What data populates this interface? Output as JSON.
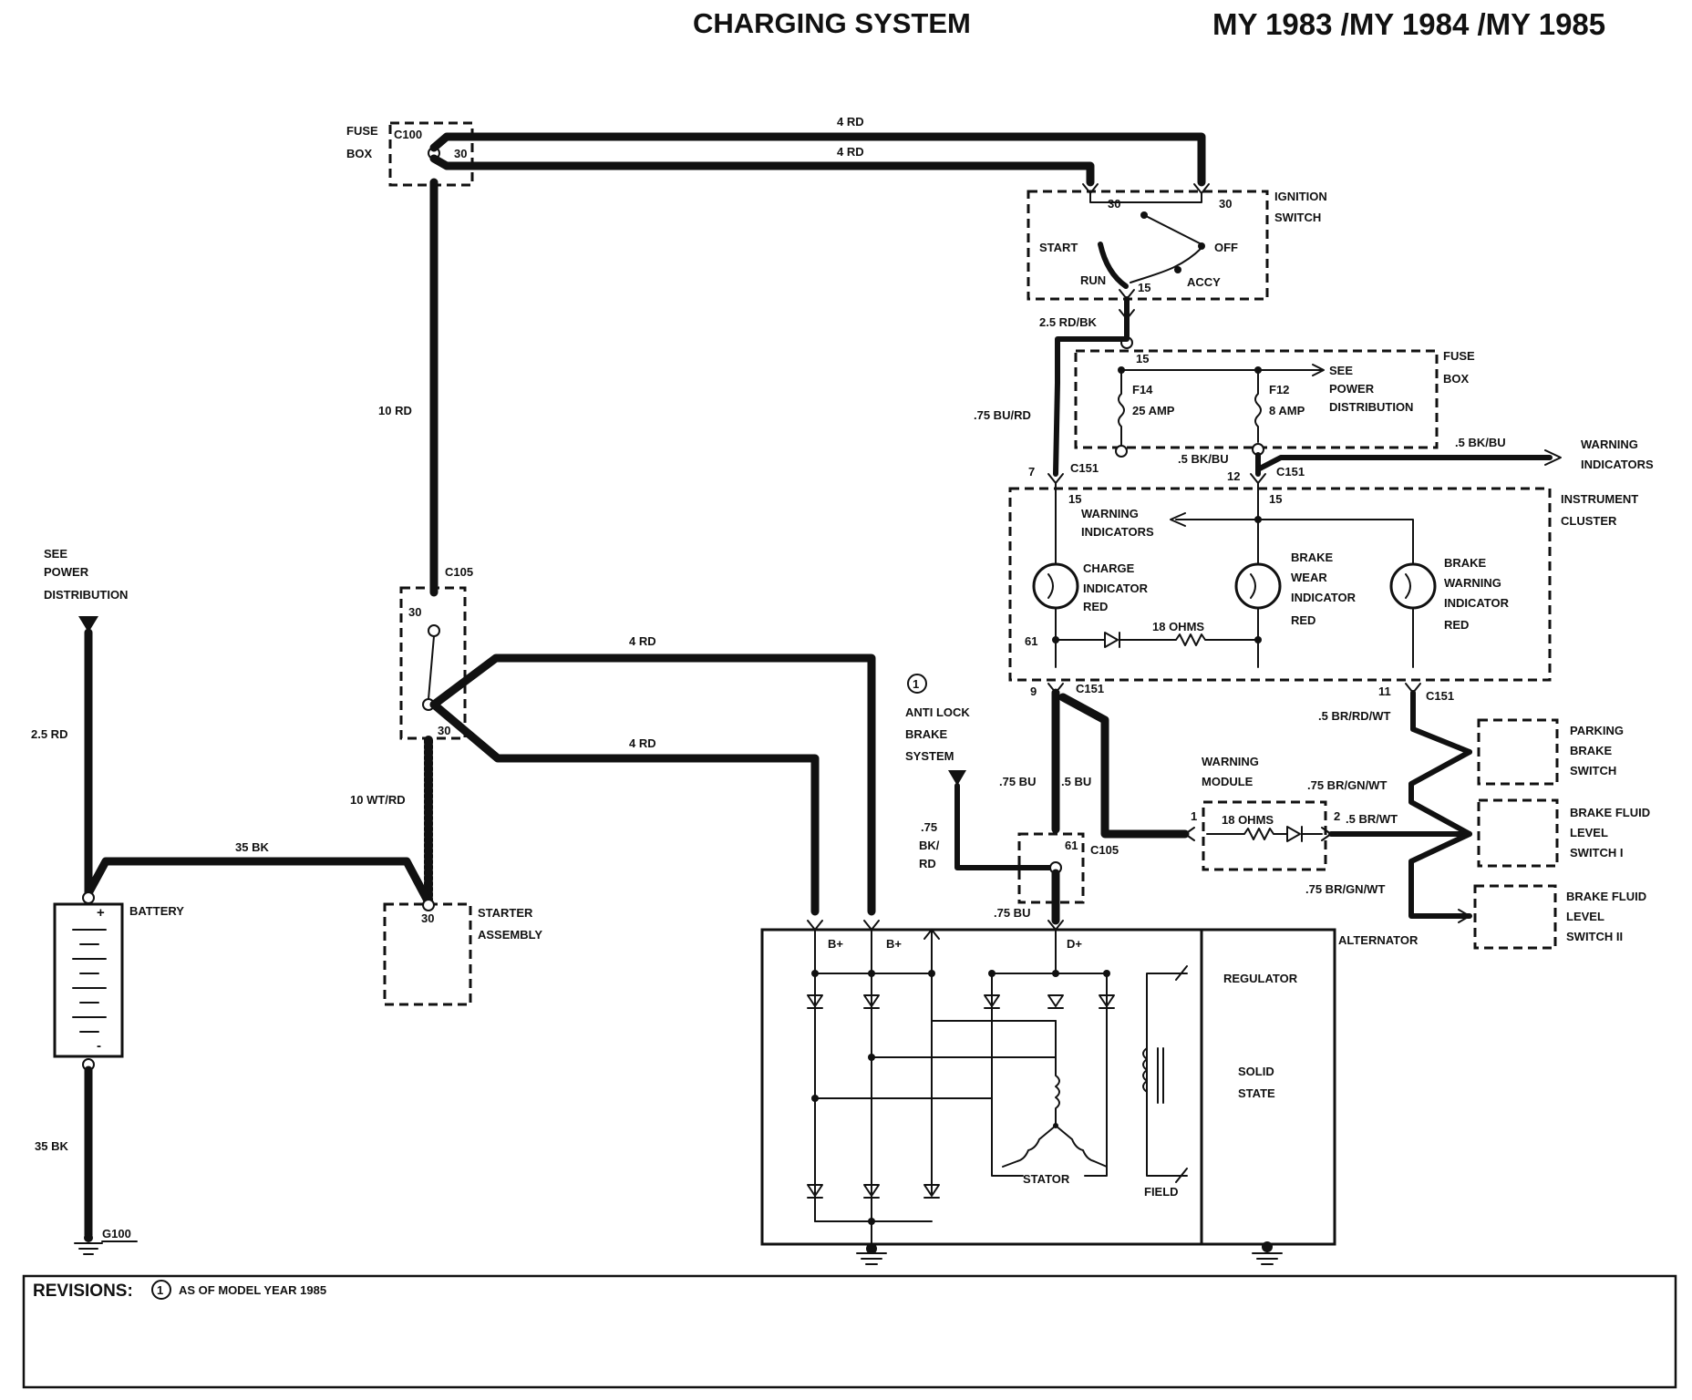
{
  "header": {
    "title": "CHARGING SYSTEM",
    "model_years": "MY 1983 /MY 1984 /MY 1985"
  },
  "components": {
    "fuse_box_top": {
      "name_line1": "FUSE",
      "name_line2": "BOX",
      "connector": "C100",
      "pin": "30"
    },
    "ignition_switch": {
      "name_line1": "IGNITION",
      "name_line2": "SWITCH",
      "pin_a": "30",
      "pin_b": "30",
      "pos_start": "START",
      "pos_off": "OFF",
      "pos_run": "RUN",
      "pos_accy": "ACCY",
      "pin_out": "15"
    },
    "fuse_box_right": {
      "name_line1": "FUSE",
      "name_line2": "BOX",
      "pin": "15",
      "f14_name": "F14",
      "f14_rating": "25 AMP",
      "f12_name": "F12",
      "f12_rating": "8 AMP",
      "see_line1": "SEE",
      "see_line2": "POWER",
      "see_line3": "DISTRIBUTION"
    },
    "instrument_cluster": {
      "name_line1": "INSTRUMENT",
      "name_line2": "CLUSTER",
      "pin_left": "15",
      "pin_right": "15",
      "warn_line1": "WARNING",
      "warn_line2": "INDICATORS",
      "charge_line1": "CHARGE",
      "charge_line2": "INDICATOR",
      "charge_color": "RED",
      "brake_wear_line1": "BRAKE",
      "brake_wear_line2": "WEAR",
      "brake_wear_line3": "INDICATOR",
      "brake_wear_color": "RED",
      "brake_warn_line1": "BRAKE",
      "brake_warn_line2": "WARNING",
      "brake_warn_line3": "INDICATOR",
      "brake_warn_color": "RED",
      "pin_61": "61",
      "resistor": "18 OHMS"
    },
    "c105_top": {
      "connector": "C105",
      "pin_a": "30",
      "pin_b": "30"
    },
    "see_power_left": {
      "line1": "SEE",
      "line2": "POWER",
      "line3": "DISTRIBUTION"
    },
    "battery": {
      "name": "BATTERY",
      "plus": "+",
      "minus": "-"
    },
    "starter": {
      "name_line1": "STARTER",
      "name_line2": "ASSEMBLY",
      "pin": "30"
    },
    "abs": {
      "marker": "1",
      "line1": "ANTI LOCK",
      "line2": "BRAKE",
      "line3": "SYSTEM"
    },
    "c105_bottom": {
      "connector": "C105",
      "pin": "61"
    },
    "warning_module": {
      "name_line1": "WARNING",
      "name_line2": "MODULE",
      "pin1": "1",
      "pin2": "2",
      "resistor": "18 OHMS"
    },
    "parking_brake": {
      "line1": "PARKING",
      "line2": "BRAKE",
      "line3": "SWITCH"
    },
    "brake_fluid_1": {
      "line1": "BRAKE FLUID",
      "line2": "LEVEL",
      "line3": "SWITCH I"
    },
    "brake_fluid_2": {
      "line1": "BRAKE FLUID",
      "line2": "LEVEL",
      "line3": "SWITCH II"
    },
    "alternator": {
      "name": "ALTERNATOR",
      "regulator": "REGULATOR",
      "solid_line1": "SOLID",
      "solid_line2": "STATE",
      "stator": "STATOR",
      "field": "FIELD",
      "b_plus_1": "B+",
      "b_plus_2": "B+",
      "d_plus": "D+"
    },
    "ground": {
      "name": "G100"
    },
    "warning_indicators_right": {
      "line1": "WARNING",
      "line2": "INDICATORS"
    }
  },
  "wires": {
    "w_4rd_top1": "4 RD",
    "w_4rd_top2": "4 RD",
    "w_10rd": "10 RD",
    "w_25rdbk": "2.5 RD/BK",
    "w_75burd": ".75 BU/RD",
    "w_5bkbu_a": ".5 BK/BU",
    "w_5bkbu_b": ".5 BK/BU",
    "w_4rd_mid1": "4 RD",
    "w_4rd_mid2": "4 RD",
    "w_10wtrd": "10 WT/RD",
    "w_25rd": "2.5 RD",
    "w_35bk_top": "35 BK",
    "w_35bk_bot": "35 BK",
    "w_75bu_a": ".75 BU",
    "w_5bu": ".5 BU",
    "w_75bu_b": ".75 BU",
    "w_75bkrd_1": ".75",
    "w_75bkrd_2": "BK/",
    "w_75bkrd_3": "RD",
    "w_5brrdwt": ".5 BR/RD/WT",
    "w_75brgnwt_a": ".75 BR/GN/WT",
    "w_5brwt": ".5 BR/WT",
    "w_75brgnwt_b": ".75 BR/GN/WT"
  },
  "connectors": {
    "c151_7_pin": "7",
    "c151_7": "C151",
    "c151_12_pin": "12",
    "c151_12": "C151",
    "c151_9_pin": "9",
    "c151_9": "C151",
    "c151_11_pin": "11",
    "c151_11": "C151"
  },
  "revisions": {
    "label": "REVISIONS:",
    "marker": "1",
    "note": "AS OF MODEL YEAR 1985"
  }
}
